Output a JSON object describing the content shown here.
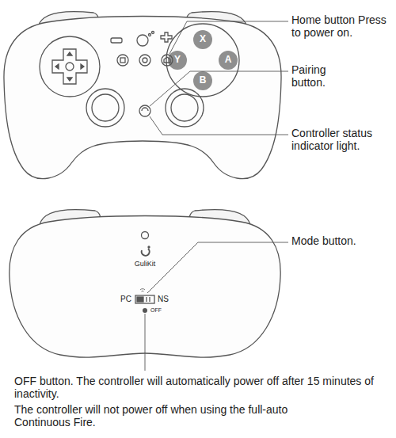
{
  "diagram": {
    "labels": [
      "Home button Press to power on.",
      "X",
      "Y",
      "A",
      "B",
      "Pairing button.",
      "Controller status indicator light.",
      "GuliKit",
      "Mode button.",
      "PC",
      "NS",
      "OFF",
      "OFF button. The controller will automatically power off after 15 minutes of inactivity.",
      "The controller will not power off when using the full-auto Continuous Fire."
    ]
  }
}
